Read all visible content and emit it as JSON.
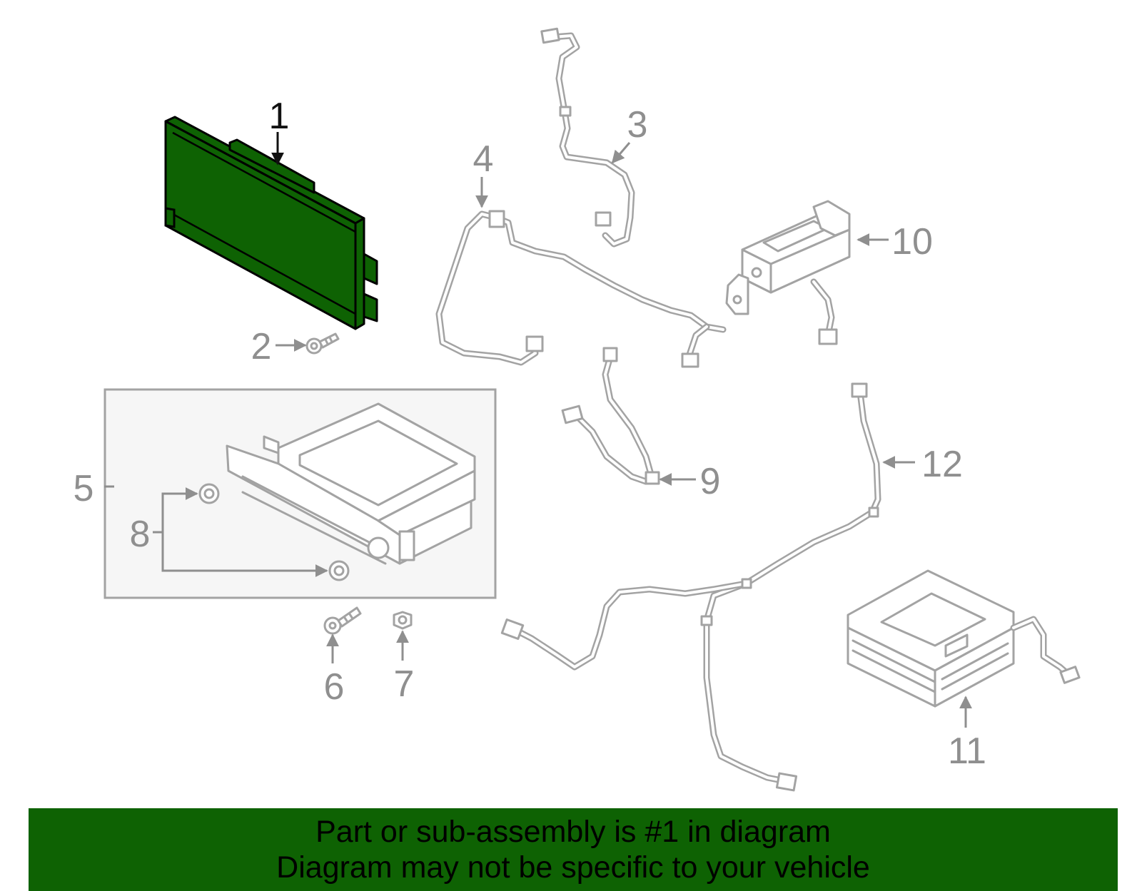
{
  "diagram": {
    "highlight_color": "#0e6203",
    "callouts": {
      "c1": "1",
      "c2": "2",
      "c3": "3",
      "c4": "4",
      "c5": "5",
      "c6": "6",
      "c7": "7",
      "c8": "8",
      "c9": "9",
      "c10": "10",
      "c11": "11",
      "c12": "12"
    }
  },
  "banner": {
    "line1": "Part or sub-assembly is #1 in diagram",
    "line2": "Diagram may not be specific to your vehicle"
  }
}
